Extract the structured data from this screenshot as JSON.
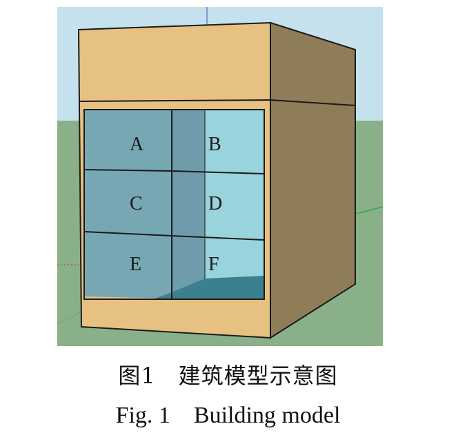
{
  "figure": {
    "cells": [
      {
        "id": "A",
        "label": "A"
      },
      {
        "id": "B",
        "label": "B"
      },
      {
        "id": "C",
        "label": "C"
      },
      {
        "id": "D",
        "label": "D"
      },
      {
        "id": "E",
        "label": "E"
      },
      {
        "id": "F",
        "label": "F"
      }
    ],
    "colors": {
      "sky": "#c6e1ee",
      "ground": "#8ab08a",
      "wall_front": "#e6c182",
      "wall_side": "#8f7d57",
      "glass_dark": "#78a7b4",
      "glass_light": "#99d3db",
      "floor_inner": "#3c7f8f",
      "edge": "#1a1a1a"
    }
  },
  "caption": {
    "cn": "图1　建筑模型示意图",
    "en": "Fig. 1    Building model"
  }
}
